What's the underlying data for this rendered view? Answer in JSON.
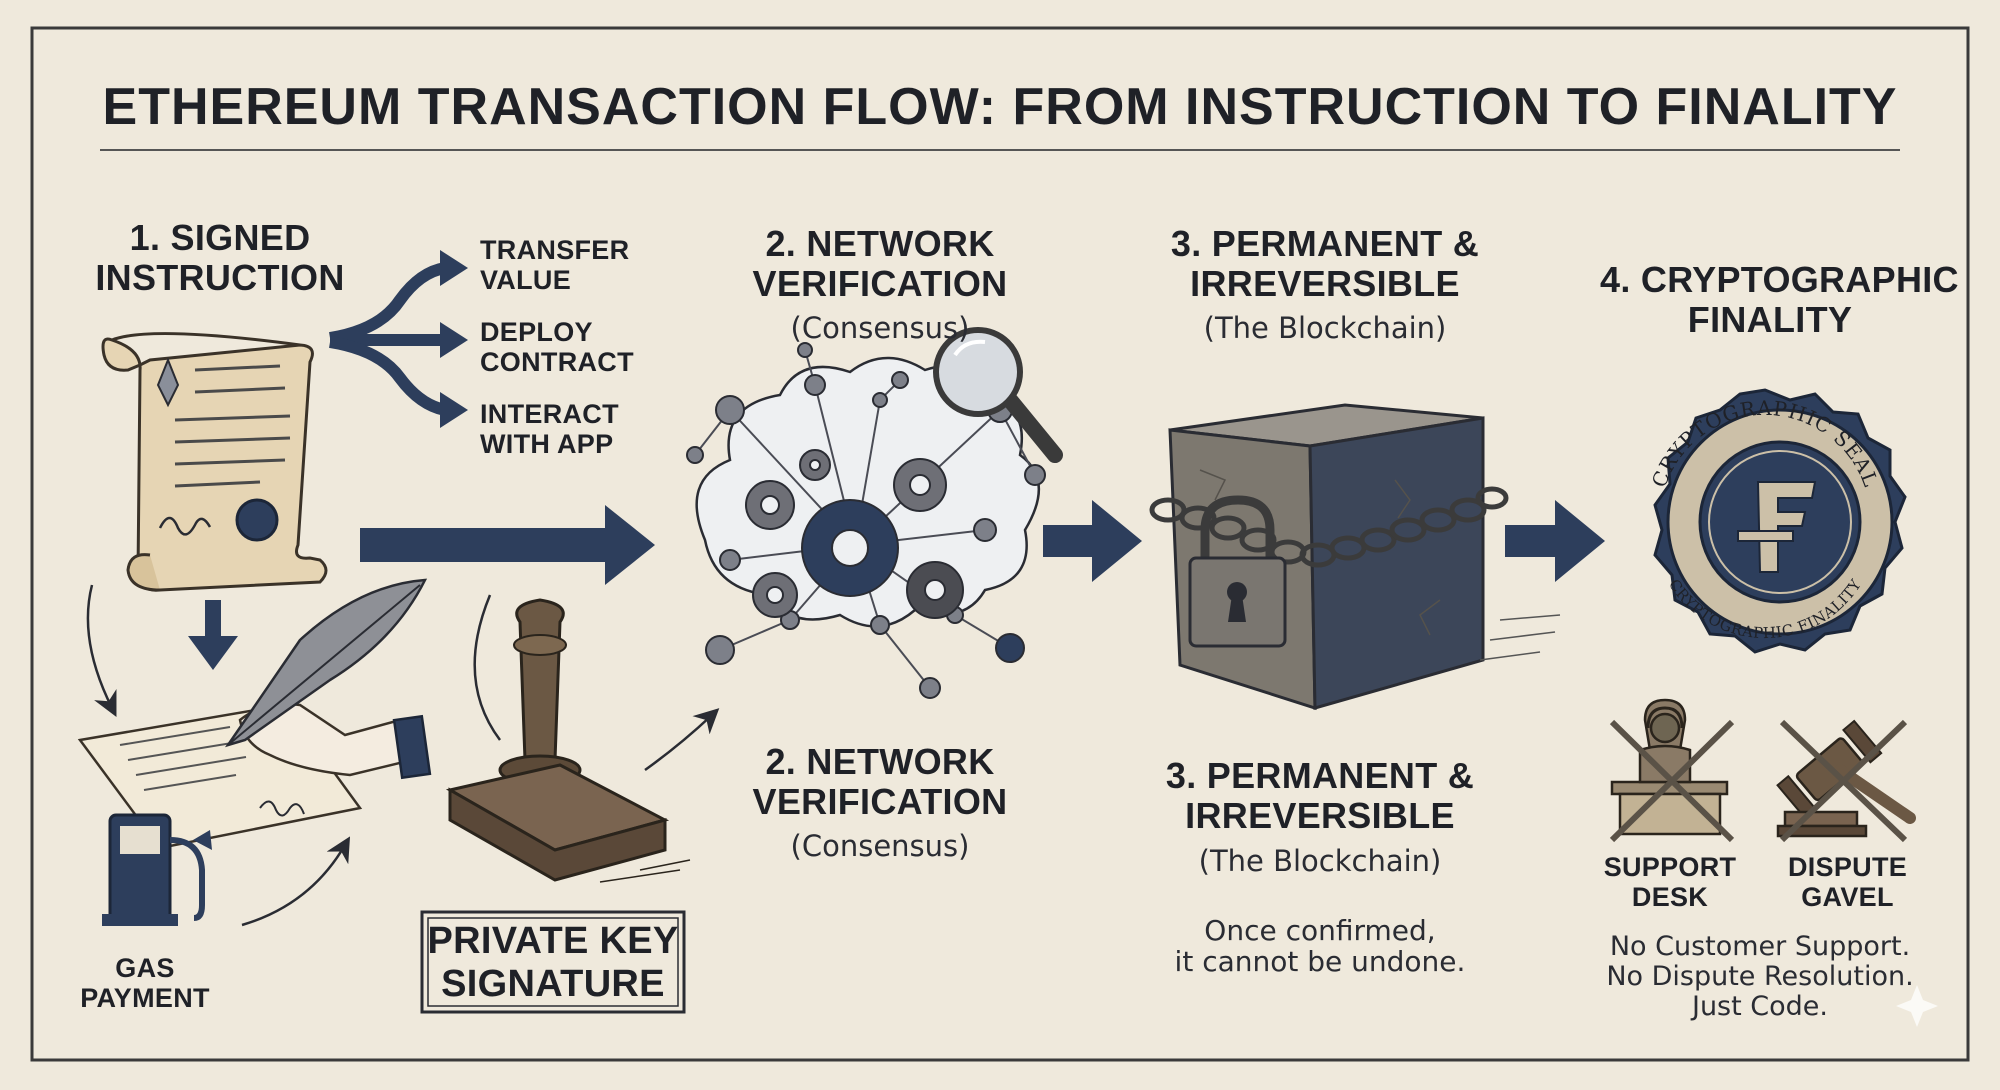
{
  "title": "ETHEREUM TRANSACTION FLOW: FROM INSTRUCTION TO FINALITY",
  "step1": {
    "heading_line1": "1. SIGNED",
    "heading_line2": "INSTRUCTION",
    "actions": [
      {
        "line1": "TRANSFER",
        "line2": "VALUE"
      },
      {
        "line1": "DEPLOY",
        "line2": "CONTRACT"
      },
      {
        "line1": "INTERACT",
        "line2": "WITH APP"
      }
    ],
    "gas_line1": "GAS",
    "gas_line2": "PAYMENT",
    "signature_line1": "PRIVATE KEY",
    "signature_line2": "SIGNATURE"
  },
  "step2": {
    "heading_line1": "2. NETWORK",
    "heading_line2": "VERIFICATION",
    "subtitle": "(Consensus)"
  },
  "step3": {
    "heading_line1": "3. PERMANENT &",
    "heading_line2": "IRREVERSIBLE",
    "subtitle": "(The Blockchain)",
    "note_line1": "Once confirmed,",
    "note_line2": "it cannot be undone."
  },
  "step4": {
    "heading_line1": "4. CRYPTOGRAPHIC",
    "heading_line2": "FINALITY",
    "seal_top_text": "CRYPTOGRAPHIC SEAL",
    "seal_bottom_text": "CRYPTOGRAPHIC FINALITY",
    "not_available": [
      {
        "line1": "SUPPORT",
        "line2": "DESK"
      },
      {
        "line1": "DISPUTE",
        "line2": "GAVEL"
      }
    ],
    "note_lines": [
      "No Customer Support.",
      "No Dispute Resolution.",
      "Just Code."
    ]
  },
  "colors": {
    "navy": "#2d3e5c",
    "ink": "#1f2127",
    "paper": "#efe9dc",
    "parchment": "#e6d5b4",
    "stone": "#7a7670"
  }
}
